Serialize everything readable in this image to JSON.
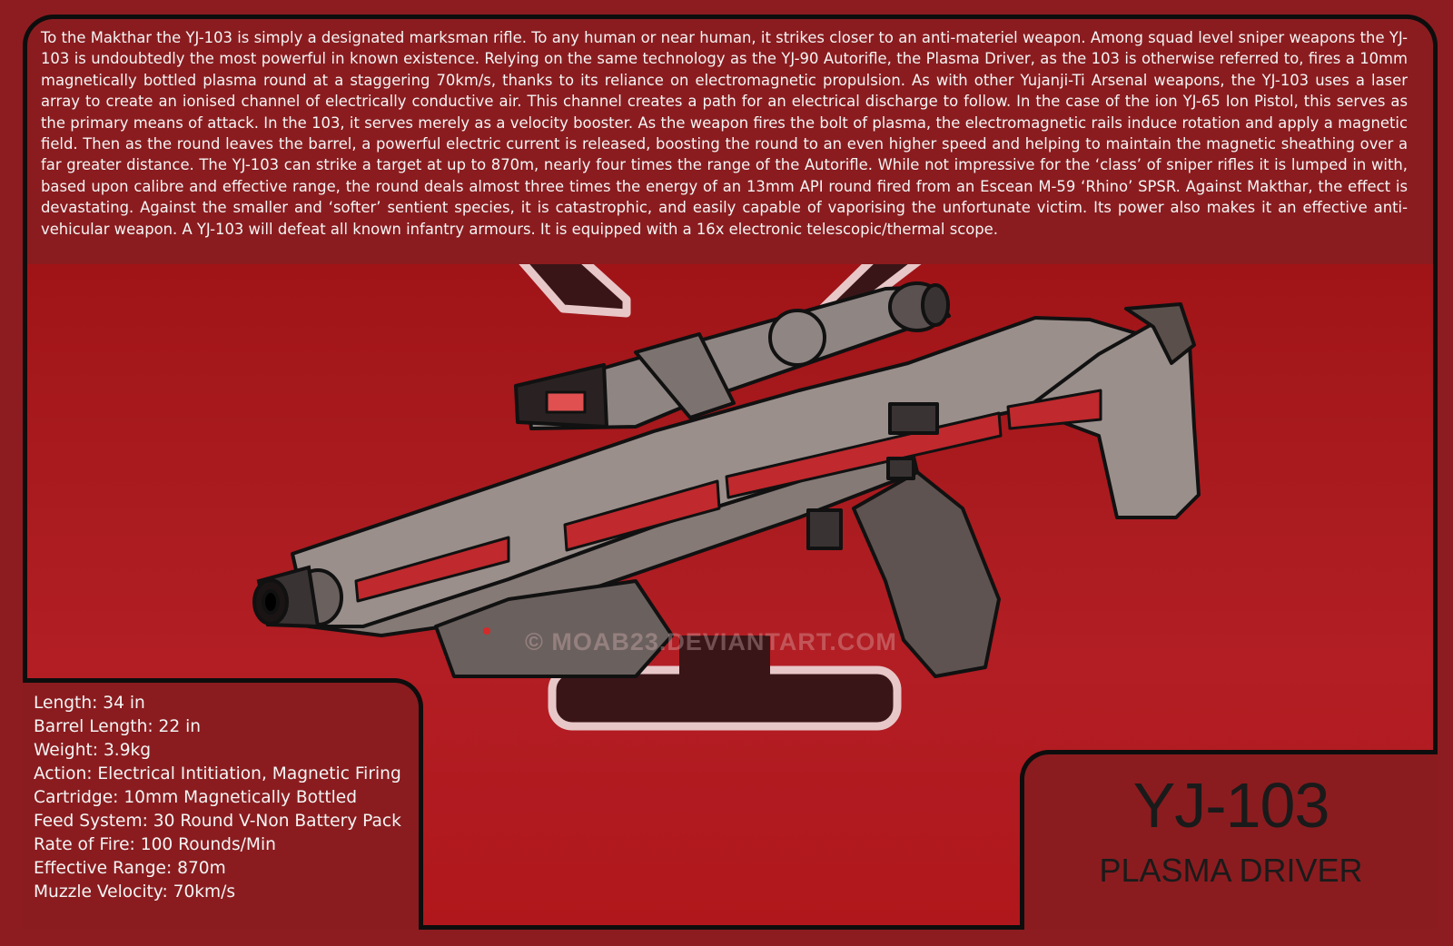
{
  "description": "To the Makthar the YJ-103 is simply a designated marksman rifle. To any human or near human, it strikes closer to an anti-materiel weapon. Among squad level sniper weapons the YJ-103 is undoubtedly the most powerful in known existence. Relying on the same technology as the YJ-90 Autorifle, the Plasma Driver, as the 103 is otherwise referred to, fires a 10mm magnetically bottled plasma round at a staggering 70km/s, thanks to its reliance on electromagnetic propulsion. As with other Yujanji-Ti Arsenal weapons, the YJ-103 uses a laser array to create an ionised channel of electrically conductive air. This channel creates a path for an electrical discharge to follow. In the case of the ion YJ-65 Ion Pistol, this serves as the primary means of attack. In the 103, it serves merely as a velocity booster. As the weapon fires the bolt of plasma, the electromagnetic rails induce rotation and apply a magnetic field. Then as the round leaves the barrel, a powerful electric current is released, boosting the round to an even higher speed and helping to maintain the magnetic sheathing over a far greater distance. The YJ-103 can strike a target at up to 870m, nearly four times the range of the Autorifle. While not impressive for the ‘class’ of sniper rifles it is lumped in with, based upon calibre and effective range, the round deals almost three times the energy of an 13mm API round fired from an Escean M-59 ‘Rhino’ SPSR. Against Makthar, the effect is devastating. Against the smaller and ‘softer’ sentient species, it is catastrophic, and easily capable of vaporising the unfortunate victim. Its power also makes it an effective anti-vehicular weapon. A YJ-103 will defeat all known infantry armours. It is equipped with a 16x electronic telescopic/thermal scope.",
  "specs": [
    "Length: 34 in",
    "Barrel Length: 22 in",
    "Weight: 3.9kg",
    "Action: Electrical Intitiation, Magnetic Firing",
    "Cartridge: 10mm Magnetically Bottled",
    "Feed System: 30 Round V-Non Battery Pack",
    "Rate of Fire: 100 Rounds/Min",
    "Effective Range: 870m",
    "Muzzle Velocity: 70km/s"
  ],
  "model": {
    "name": "YJ-103",
    "subtitle": "PLASMA DRIVER"
  },
  "watermark": "© MOAB23.DEVIANTART.COM",
  "colors": {
    "background": "#8c1c20",
    "panel": "#8a1c1f",
    "main_gradient_mid": "#b21e24",
    "border": "#0d0d0d",
    "text": "#f4f4f4",
    "title": "#1a1a1a",
    "metal": "#9c8f8a",
    "accent_red": "#c82a30"
  }
}
